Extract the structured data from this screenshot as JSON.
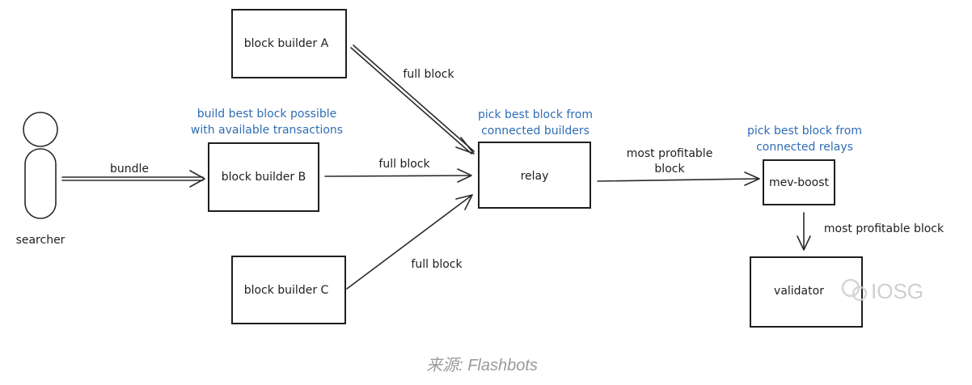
{
  "nodes": {
    "builder_a": "block builder A",
    "builder_b": "block builder B",
    "builder_c": "block builder C",
    "relay": "relay",
    "mev_boost": "mev-boost",
    "validator": "validator",
    "searcher": "searcher"
  },
  "edges": {
    "bundle": "bundle",
    "full_block_a": "full block",
    "full_block_b": "full block",
    "full_block_c": "full block",
    "relay_to_mevboost_1": "most profitable",
    "relay_to_mevboost_2": "block",
    "mevboost_to_validator": "most profitable block"
  },
  "notes": {
    "builder_1": "build best block possible",
    "builder_2": "with available transactions",
    "relay_1": "pick best block from",
    "relay_2": "connected builders",
    "mevboost_1": "pick best block from",
    "mevboost_2": "connected relays"
  },
  "caption": "来源: Flashbots",
  "watermark": "IOSG",
  "colors": {
    "ink": "#1e1e1e",
    "note": "#2f6db5",
    "caption": "#9a9a9a",
    "watermark": "#cfcfcf"
  }
}
